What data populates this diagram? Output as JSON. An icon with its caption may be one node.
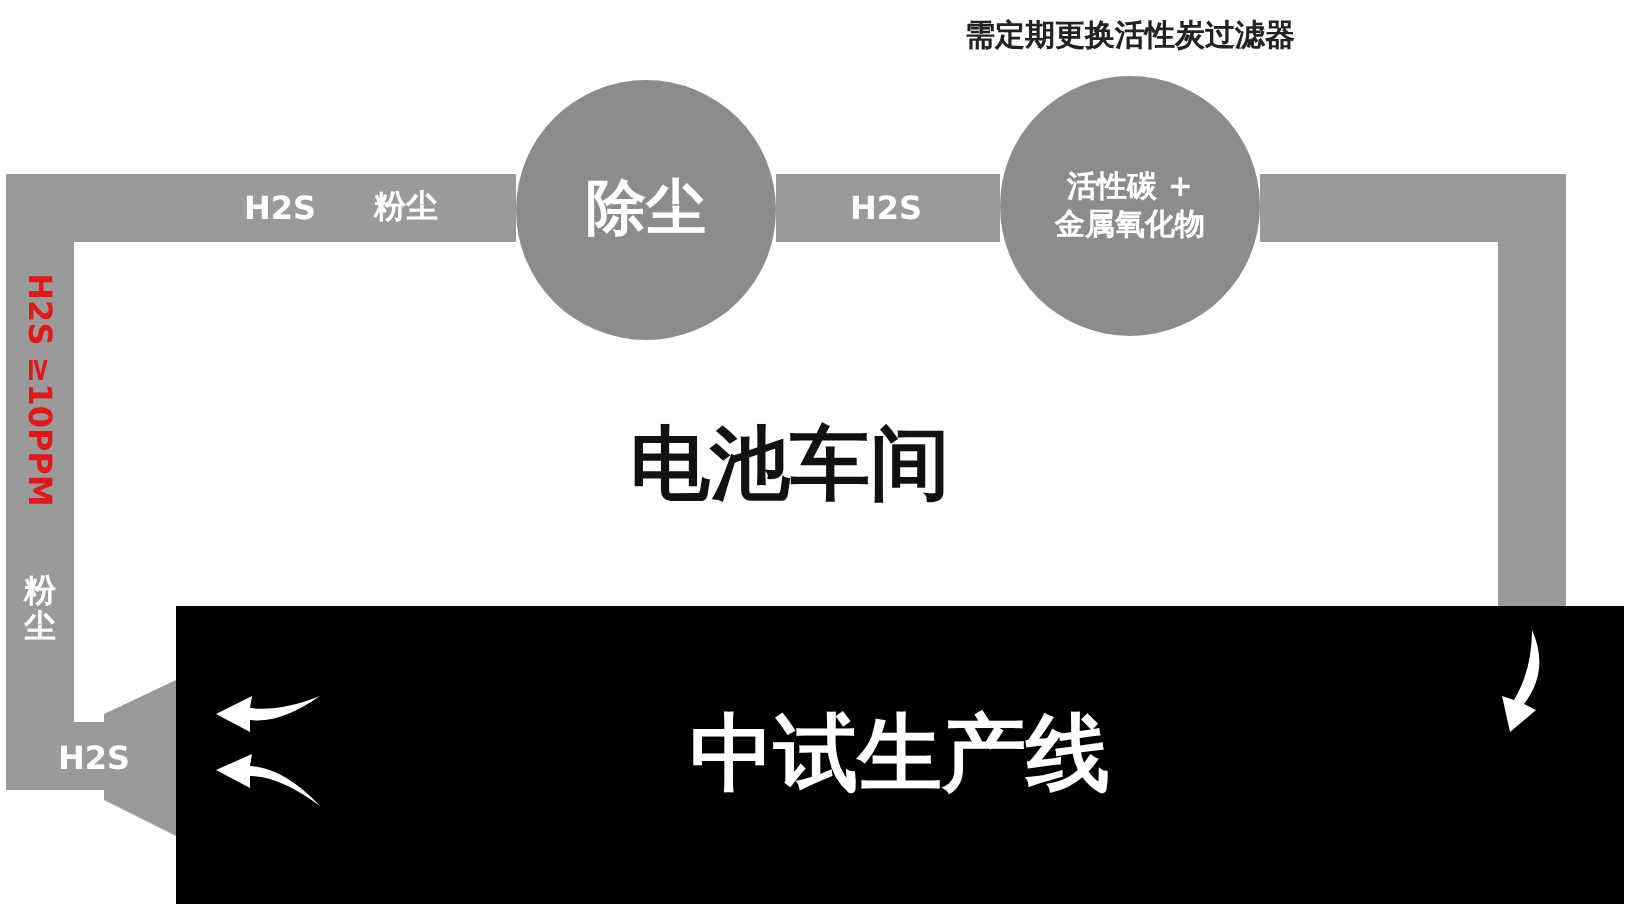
{
  "diagram": {
    "nodes": [
      {
        "text": [
          "除尘"
        ]
      },
      {
        "text": [
          "活性碳 + 金属氧化物"
        ],
        "beside": [
          "需定期更换活性炭过滤器"
        ]
      },
      {
        "text": [
          "中试生产线"
        ]
      },
      {
        "text": [],
        "shape": "hood"
      }
    ],
    "edges": [
      {
        "from": 3,
        "to": 0,
        "arrow": "none"
      },
      {
        "from": 0,
        "to": 1,
        "arrow": "none",
        "label": "H2S"
      },
      {
        "from": 1,
        "to": 2,
        "arrow": "none"
      }
    ],
    "labels": [
      "H2S",
      "粉尘",
      "H2S ≥10PPM",
      "粉尘",
      "H2S",
      "电池车间"
    ]
  }
}
